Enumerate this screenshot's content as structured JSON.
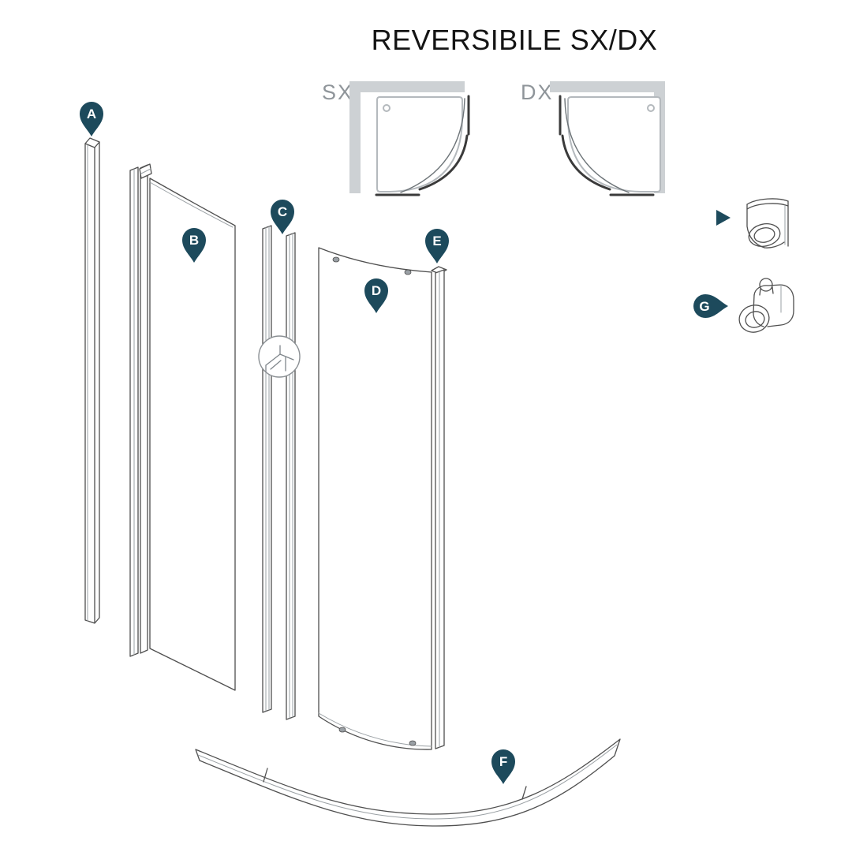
{
  "title": "REVERSIBILE SX/DX",
  "config_diagrams": {
    "left": {
      "label": "SX"
    },
    "right": {
      "label": "DX"
    }
  },
  "markers": {
    "a": "A",
    "b": "B",
    "c": "C",
    "d": "D",
    "e": "E",
    "f": "F",
    "g": "G"
  },
  "colors": {
    "pin": "#1d4a5c",
    "line": "#4f4f4f",
    "dark": "#3a3a3a",
    "wall": "#cdd1d4",
    "tray": "#b4b9bd",
    "label": "#8f959a",
    "title": "#141414",
    "hole": "#9aa0a5"
  }
}
